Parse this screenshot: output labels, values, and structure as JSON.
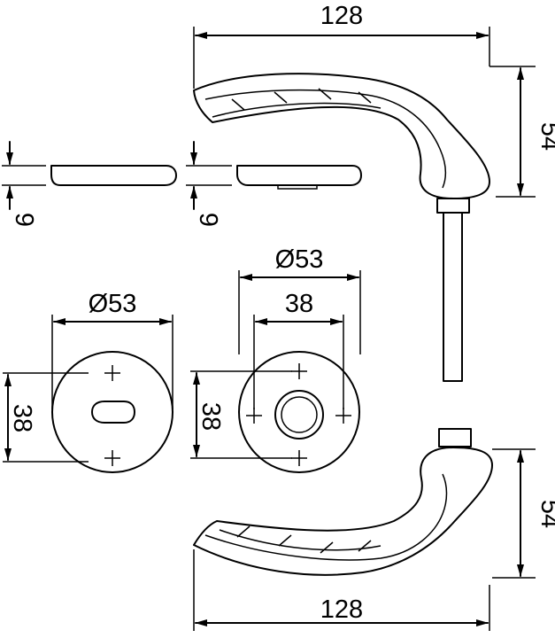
{
  "dimensions": {
    "lever_length_top": "128",
    "lever_height_top": "54",
    "rose_thickness_left": "9",
    "rose_thickness_right": "9",
    "escutcheon_diameter_left": "Ø53",
    "escutcheon_height_left": "38",
    "rose_diameter_right": "Ø53",
    "rose_fixing_spacing_right": "38",
    "rose_height_right": "38",
    "lever_height_bottom": "54",
    "lever_length_bottom": "128"
  },
  "colors": {
    "line": "#000000",
    "background": "#ffffff"
  }
}
